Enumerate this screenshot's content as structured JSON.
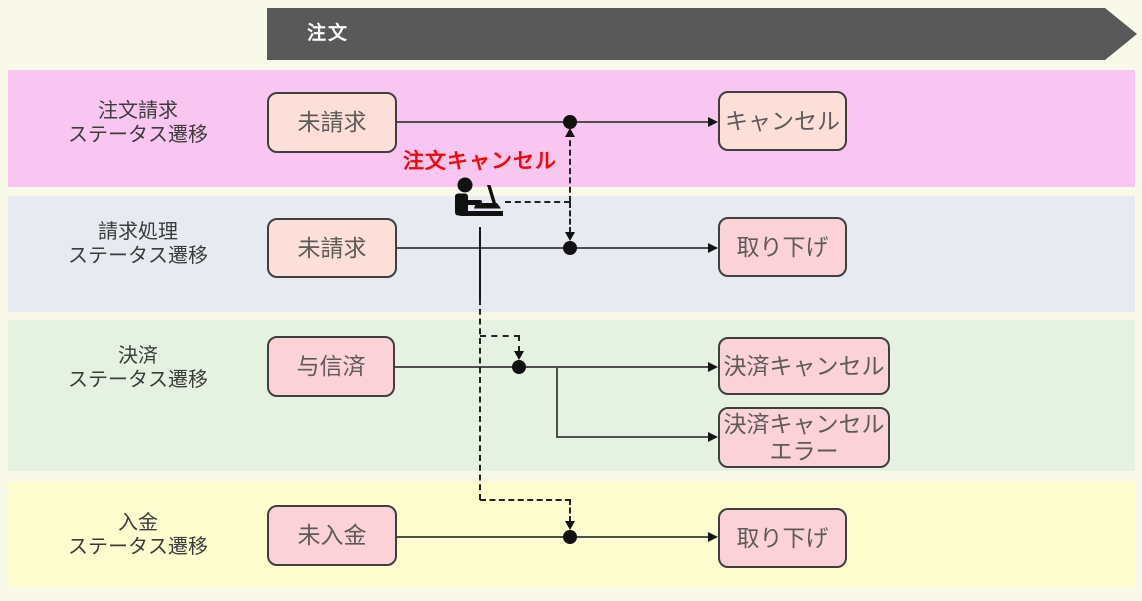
{
  "header": {
    "title": "注文",
    "bg_color": "#595959",
    "text_color": "#ffffff"
  },
  "annotation": {
    "label": "注文キャンセル",
    "color": "#ff0000"
  },
  "lanes": [
    {
      "label_line1": "注文請求",
      "label_line2": "ステータス遷移",
      "bg_color": "#f8c6f1",
      "from_state": "未請求",
      "to_state": "キャンセル"
    },
    {
      "label_line1": "請求処理",
      "label_line2": "ステータス遷移",
      "bg_color": "#e7eaf1",
      "from_state": "未請求",
      "to_state": "取り下げ"
    },
    {
      "label_line1": "決済",
      "label_line2": "ステータス遷移",
      "bg_color": "#e6f2e1",
      "from_state": "与信済",
      "to_state": "決済キャンセル",
      "to_state_2_line1": "決済キャンセル",
      "to_state_2_line2": "エラー"
    },
    {
      "label_line1": "入金",
      "label_line2": "ステータス遷移",
      "bg_color": "#fdfdd0",
      "from_state": "未入金",
      "to_state": "取り下げ"
    }
  ],
  "node_style": {
    "fill_peach": "#fbdfd8",
    "fill_pink": "#fbd2d7",
    "border": "#3f3f3f"
  },
  "icons": {
    "actor": "person-at-laptop-icon"
  }
}
